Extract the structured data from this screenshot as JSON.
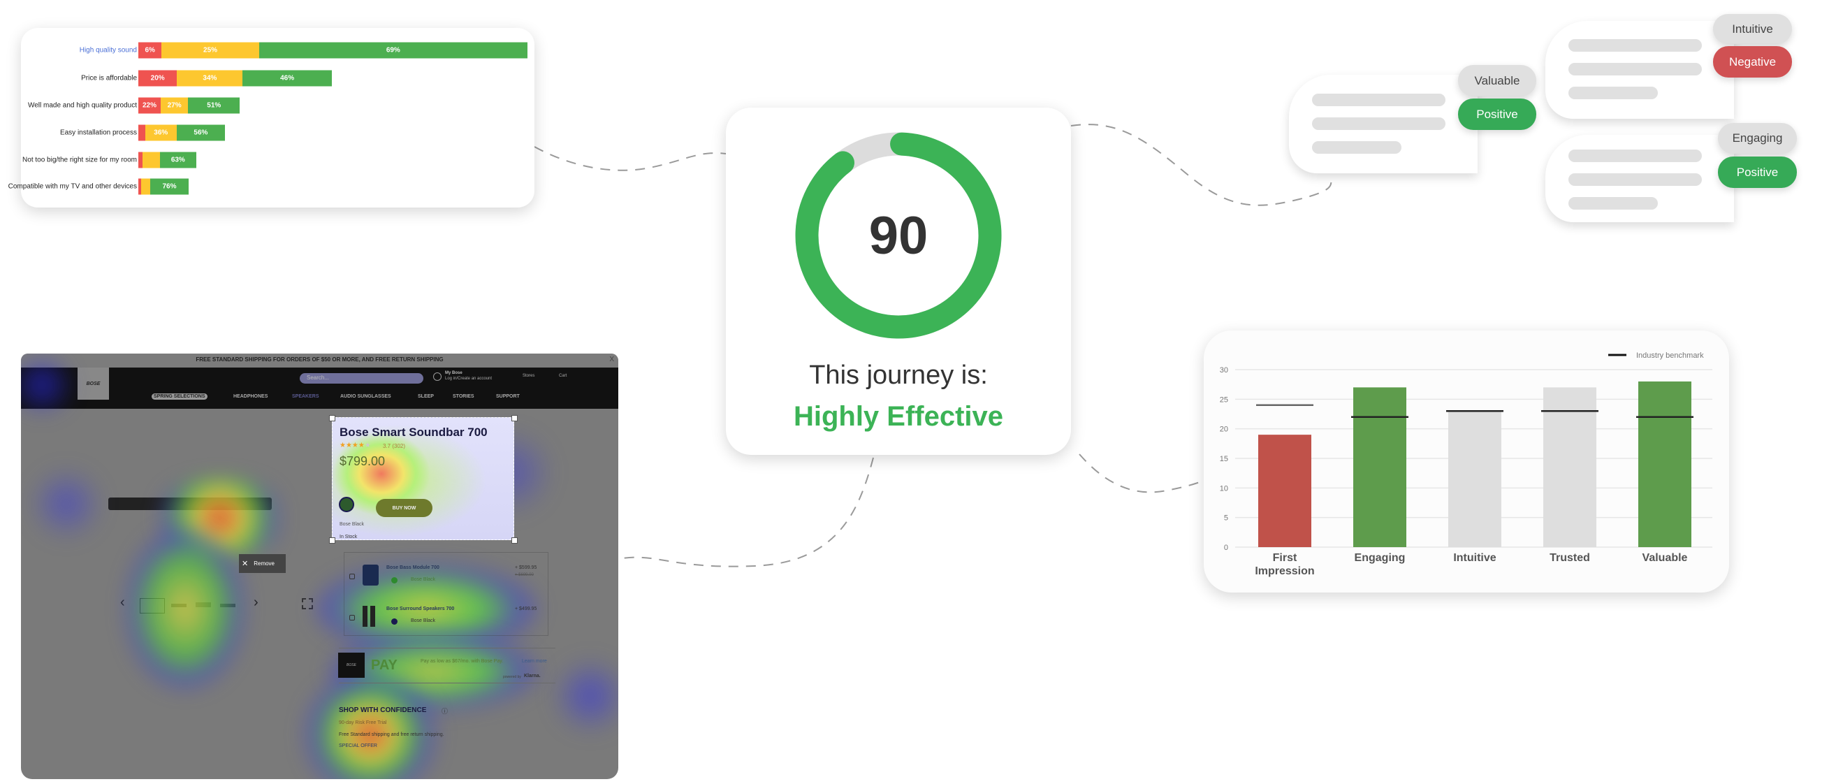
{
  "stacked_chart": {
    "type": "bar",
    "orientation": "horizontal-stacked",
    "colors": {
      "negative": "#ef5350",
      "neutral": "#fdc72f",
      "positive": "#4caf50"
    },
    "rows": [
      {
        "label": "High quality sound",
        "highlighted": true,
        "relative_total": 1.0,
        "values": [
          6,
          25,
          69
        ],
        "labels": [
          "6%",
          "25%",
          "69%"
        ]
      },
      {
        "label": "Price is affordable",
        "relative_total": 0.497,
        "values": [
          20,
          34,
          46
        ],
        "labels": [
          "20%",
          "34%",
          "46%"
        ]
      },
      {
        "label": "Well made and high quality product",
        "relative_total": 0.261,
        "values": [
          22,
          27,
          51
        ],
        "labels": [
          "22%",
          "27%",
          "51%"
        ]
      },
      {
        "label": "Easy installation process",
        "relative_total": 0.223,
        "values": [
          8,
          36,
          56
        ],
        "labels": [
          "",
          "36%",
          "56%"
        ]
      },
      {
        "label": "Not too big/the right size for my room",
        "relative_total": 0.149,
        "values": [
          7,
          30,
          63
        ],
        "labels": [
          "",
          "",
          "63%"
        ]
      },
      {
        "label": "Compatible with my TV and other devices",
        "relative_total": 0.129,
        "values": [
          6,
          18,
          76
        ],
        "labels": [
          "",
          "",
          "76%"
        ]
      }
    ]
  },
  "score_card": {
    "score": "90",
    "score_value": 90,
    "label": "This journey is:",
    "verdict": "Highly Effective",
    "ring_color": "#3cb356",
    "track_color": "#dcdcdc"
  },
  "feedback_bubbles": [
    {
      "tag": "Valuable",
      "sentiment": "Positive"
    },
    {
      "tag": "Intuitive",
      "sentiment": "Negative"
    },
    {
      "tag": "Engaging",
      "sentiment": "Positive"
    }
  ],
  "chart_data": {
    "type": "bar",
    "categories": [
      "First Impression",
      "Engaging",
      "Intuitive",
      "Trusted",
      "Valuable"
    ],
    "category_lines": [
      [
        "First",
        "Impression"
      ],
      [
        "Engaging"
      ],
      [
        "Intuitive"
      ],
      [
        "Trusted"
      ],
      [
        "Valuable"
      ]
    ],
    "values": [
      19,
      27,
      23,
      27,
      28
    ],
    "benchmark": [
      24,
      22,
      23,
      23,
      22
    ],
    "bar_colors": [
      "#c0524a",
      "#5e9c4c",
      "#dedede",
      "#dedede",
      "#5e9c4c"
    ],
    "legend": "Industry benchmark",
    "legend_position": "top-right",
    "ylim": [
      0,
      30
    ],
    "yticks": [
      0,
      5,
      10,
      15,
      20,
      25,
      30
    ],
    "grid": true
  },
  "heatmap_page": {
    "banner": "FREE STANDARD SHIPPING FOR ORDERS OF $50 OR MORE, AND FREE RETURN SHIPPING",
    "close": "X",
    "logo": "BOSE",
    "search_placeholder": "Search...",
    "account_title": "My Bose",
    "account_sub": "Log in/Create an account",
    "stores": "Stores",
    "cart": "Cart",
    "nav": [
      "SPRING SELECTIONS",
      "HEADPHONES",
      "SPEAKERS",
      "AUDIO SUNGLASSES",
      "SLEEP",
      "STORIES",
      "SUPPORT"
    ],
    "product": {
      "title": "Bose Smart Soundbar 700",
      "rating": "3.7 (302)",
      "price": "$799.00",
      "buy": "BUY NOW",
      "color": "Bose Black",
      "stock": "In Stock"
    },
    "remove_tooltip": "Remove",
    "bundle": [
      {
        "name": "Bose Bass Module 700",
        "price": "+ $599.95",
        "old_price": "+ $699.00",
        "color": "Bose Black"
      },
      {
        "name": "Bose Surround Speakers 700",
        "price": "+ $499.95",
        "color": "Bose Black"
      }
    ],
    "pay": {
      "logo": "BOSE",
      "label": "PAY",
      "text": "Pay as low as $67/mo. with Bose Pay.",
      "link": "Learn more",
      "powered": "powered by",
      "brand": "Klarna."
    },
    "confidence": {
      "title": "SHOP WITH CONFIDENCE",
      "items": [
        "90-day Risk Free Trial",
        "Free Standard shipping and free return shipping.",
        "SPECIAL OFFER"
      ]
    }
  }
}
